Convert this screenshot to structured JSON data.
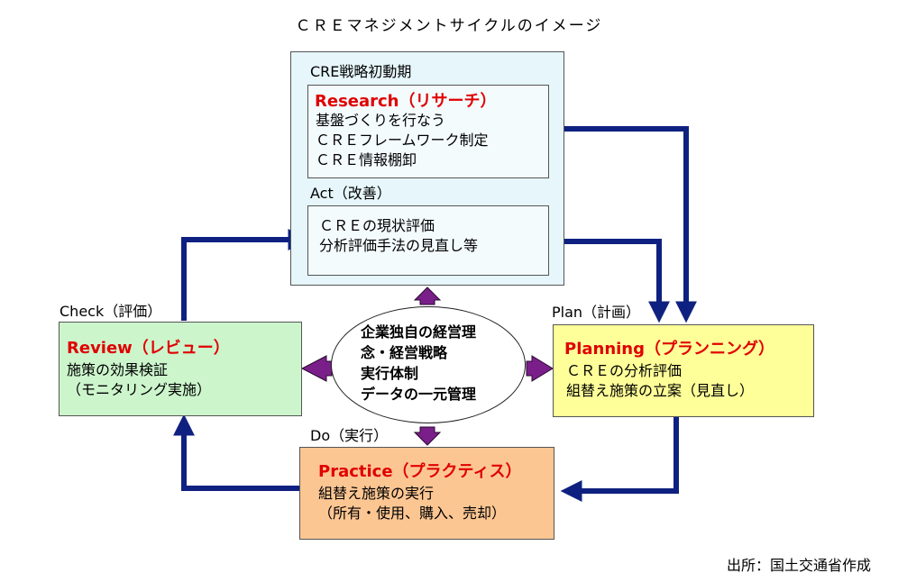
{
  "title": "ＣＲＥマネジメントサイクルのイメージ",
  "top_block": {
    "heading": "CRE戦略初動期",
    "research": {
      "title": "Research（リサーチ）",
      "lines": [
        "基盤づくりを行なう",
        "ＣＲＥフレームワーク制定",
        "ＣＲＥ情報棚卸"
      ]
    },
    "act": {
      "label": "Act（改善）",
      "lines": [
        "ＣＲＥの現状評価",
        "分析評価手法の見直し等"
      ]
    }
  },
  "check": {
    "label": "Check（評価）",
    "title": "Review（レビュー）",
    "lines": [
      "施策の効果検証",
      "（モニタリング実施）"
    ]
  },
  "plan": {
    "label": "Plan（計画）",
    "title": "Planning（プランニング）",
    "lines": [
      "ＣＲＥの分析評価",
      "組替え施策の立案（見直し）"
    ]
  },
  "do": {
    "label": "Do（実行）",
    "title": "Practice（プラクティス）",
    "lines": [
      "組替え施策の実行",
      "（所有・使用、購入、売却）"
    ]
  },
  "center": {
    "lines": [
      "企業独自の経営理",
      "念・経営戦略",
      "実行体制",
      "データの一元管理"
    ]
  },
  "source": "出所：国土交通省作成",
  "colors": {
    "title_red": "#e00000",
    "arrow_blue": "#0f2180",
    "arrow_purple": "#7a1f8a",
    "top_fill": "#e6f6fb",
    "inner_fill": "#f4fbfd",
    "review_fill": "#ccf5cc",
    "planning_fill": "#ffff99",
    "practice_fill": "#fcc693"
  }
}
